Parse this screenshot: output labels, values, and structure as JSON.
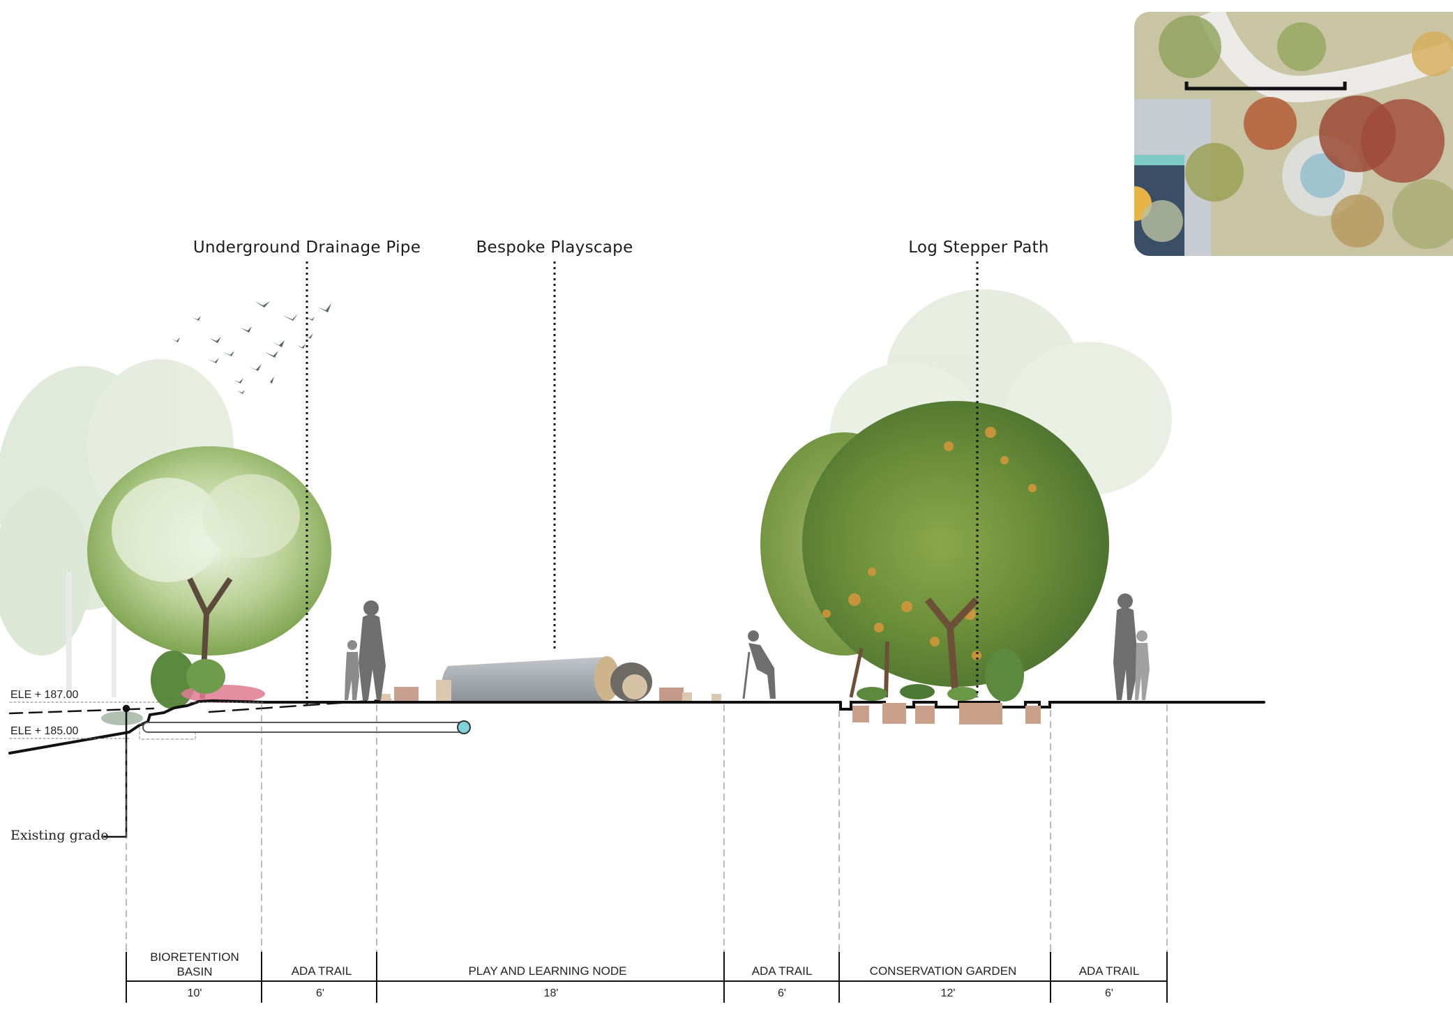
{
  "callouts": {
    "drainage_pipe": "Underground Drainage Pipe",
    "playscape": "Bespoke Playscape",
    "log_stepper": "Log Stepper Path"
  },
  "elevations": {
    "upper": "ELE + 187.00",
    "lower": "ELE + 185.00"
  },
  "existing_grade": "Existing grade",
  "zones": [
    {
      "label": "BIORETENTION\nBASIN",
      "width": "10'"
    },
    {
      "label": "ADA TRAIL",
      "width": "6'"
    },
    {
      "label": "PLAY AND LEARNING NODE",
      "width": "18'"
    },
    {
      "label": "ADA TRAIL",
      "width": "6'"
    },
    {
      "label": "CONSERVATION GARDEN",
      "width": "12'"
    },
    {
      "label": "ADA TRAIL",
      "width": "6'"
    }
  ],
  "colors": {
    "ground_line": "#111111",
    "pipe": "#7fd3d8",
    "tree_green": "#6f9a45",
    "tree_faded": "#c9d8bf",
    "silhouette": "#6e6e6e",
    "log": "#a9adb3",
    "stone": "#c9a08a"
  }
}
